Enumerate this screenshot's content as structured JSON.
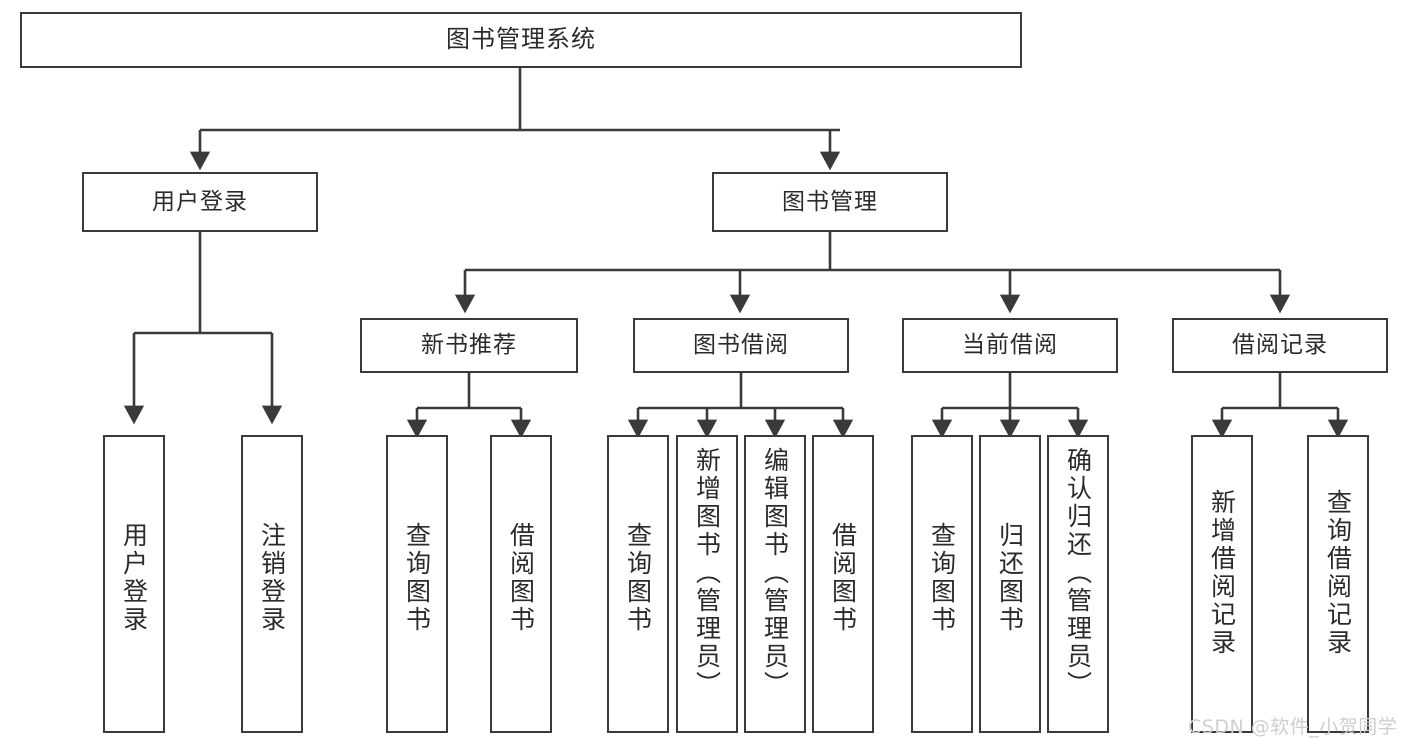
{
  "diagram": {
    "type": "tree-hierarchy",
    "title": "图书管理系统",
    "watermark": "CSDN @软件_小贺同学",
    "stroke_color": "#3a3a3a",
    "text_color": "#2b2b2b",
    "background": "#ffffff",
    "root": {
      "id": "root",
      "label": "图书管理系统"
    },
    "level2": [
      {
        "id": "user-login",
        "label": "用户登录"
      },
      {
        "id": "book-manage",
        "label": "图书管理"
      }
    ],
    "level3": [
      {
        "id": "new-book-rec",
        "label": "新书推荐",
        "parent": "book-manage"
      },
      {
        "id": "book-borrow",
        "label": "图书借阅",
        "parent": "book-manage"
      },
      {
        "id": "current-borrow",
        "label": "当前借阅",
        "parent": "book-manage"
      },
      {
        "id": "borrow-record",
        "label": "借阅记录",
        "parent": "book-manage"
      }
    ],
    "leaves": {
      "user_login": [
        {
          "id": "leaf-user-login",
          "label": "用户登录"
        },
        {
          "id": "leaf-logout",
          "label": "注销登录"
        }
      ],
      "new_book_rec": [
        {
          "id": "leaf-query-book-1",
          "label": "查询图书"
        },
        {
          "id": "leaf-borrow-book-1",
          "label": "借阅图书"
        }
      ],
      "book_borrow": [
        {
          "id": "leaf-query-book-2",
          "label": "查询图书"
        },
        {
          "id": "leaf-add-book",
          "label": "新增图书（管理员）"
        },
        {
          "id": "leaf-edit-book",
          "label": "编辑图书（管理员）"
        },
        {
          "id": "leaf-borrow-book-2",
          "label": "借阅图书"
        }
      ],
      "current_borrow": [
        {
          "id": "leaf-query-book-3",
          "label": "查询图书"
        },
        {
          "id": "leaf-return-book",
          "label": "归还图书"
        },
        {
          "id": "leaf-confirm-return",
          "label": "确认归还（管理员）"
        }
      ],
      "borrow_record": [
        {
          "id": "leaf-add-record",
          "label": "新增借阅记录"
        },
        {
          "id": "leaf-query-record",
          "label": "查询借阅记录"
        }
      ]
    }
  }
}
